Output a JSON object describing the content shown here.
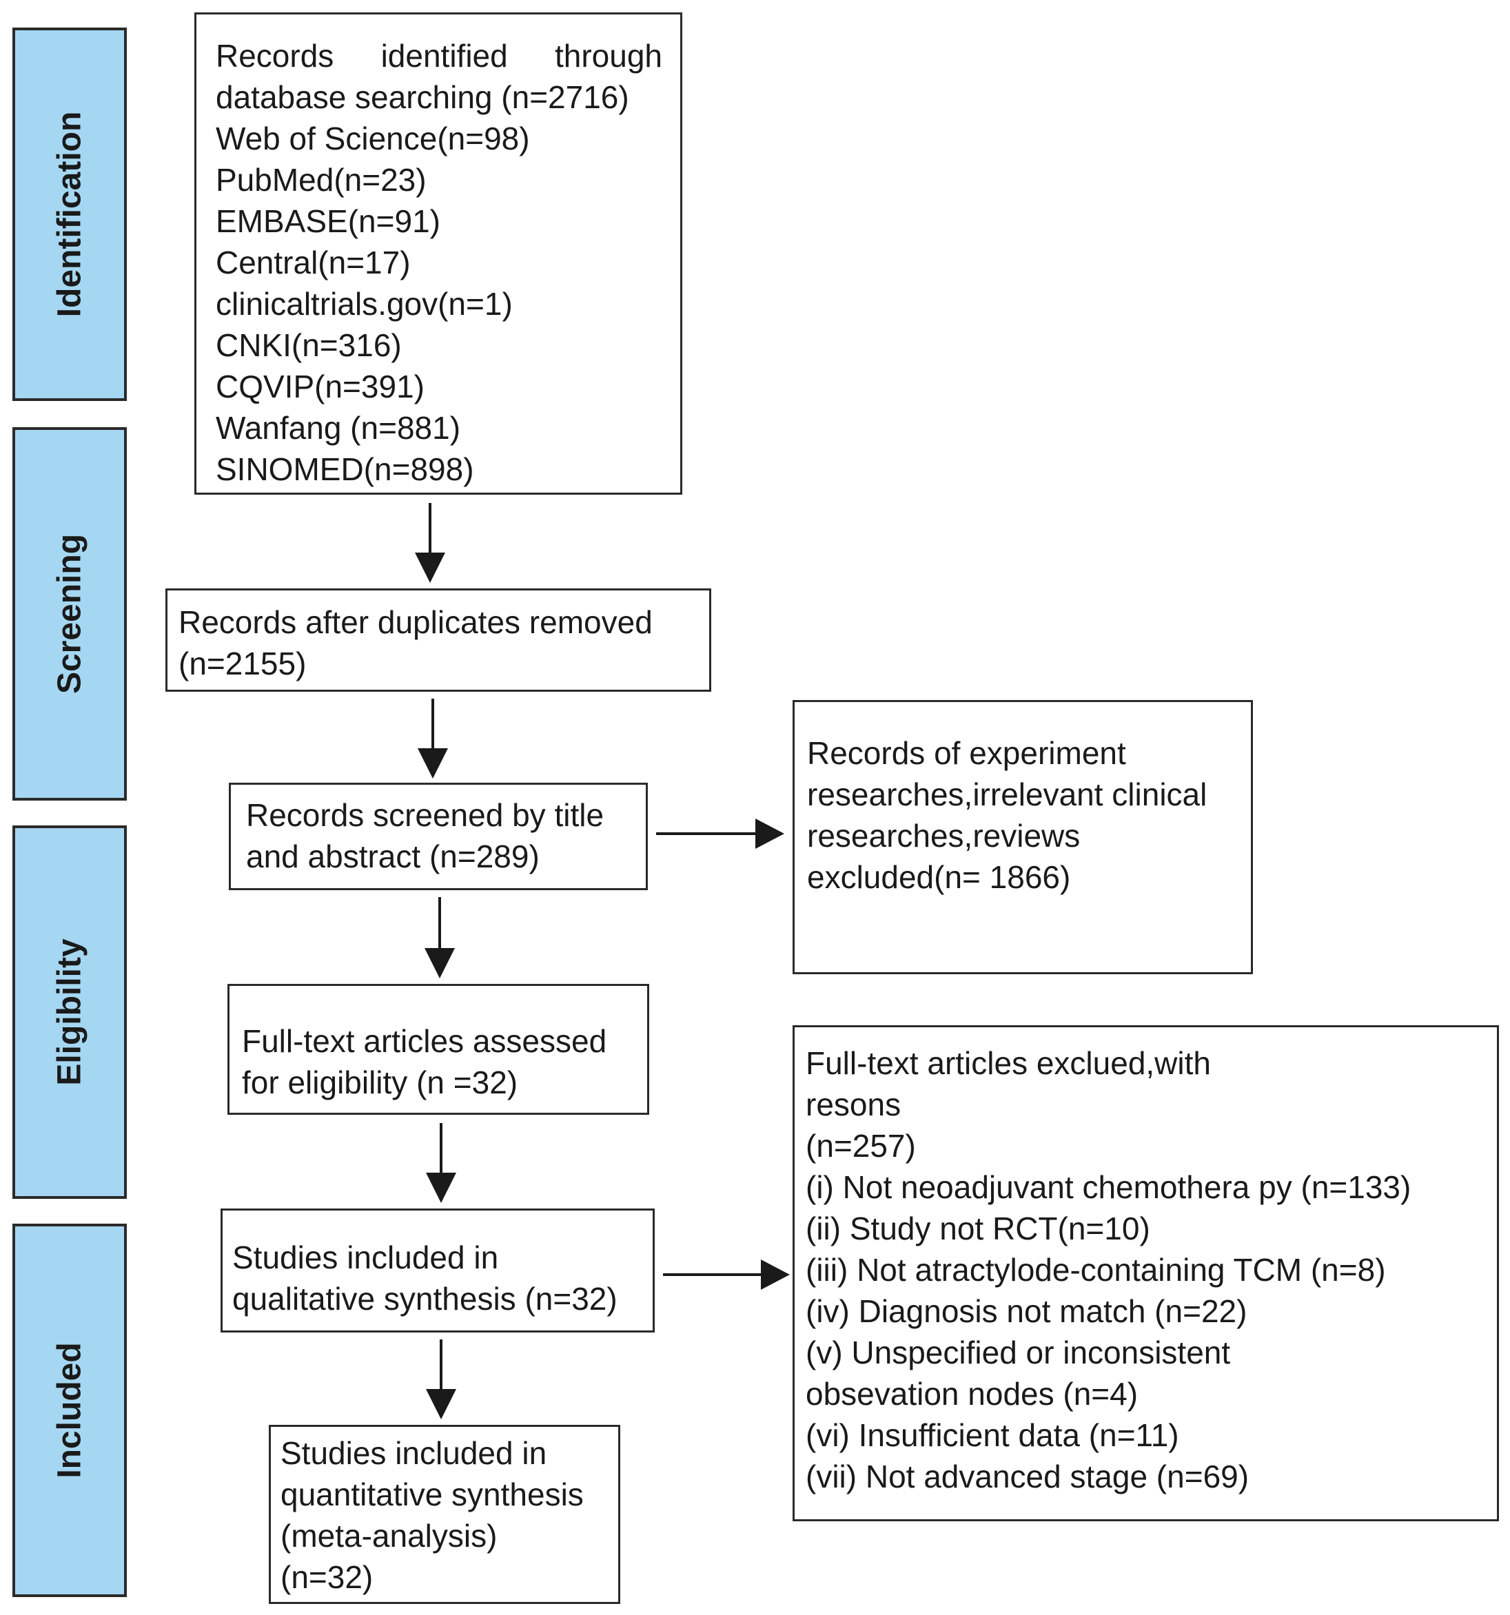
{
  "stages": [
    {
      "label": "Identification"
    },
    {
      "label": "Screening"
    },
    {
      "label": "Eligibility"
    },
    {
      "label": "Included"
    }
  ],
  "identification": {
    "heading_line1": "Records identified through",
    "heading_line2": "database searching (n=2716)",
    "sources": [
      "Web of Science(n=98)",
      "PubMed(n=23)",
      "EMBASE(n=91)",
      "Central(n=17)",
      "clinicaltrials.gov(n=1)",
      "CNKI(n=316)",
      "CQVIP(n=391)",
      "Wanfang (n=881)",
      "SINOMED(n=898)"
    ]
  },
  "after_duplicates": {
    "line1": "Records after duplicates  removed",
    "line2": "(n=2155)"
  },
  "screened": {
    "line1": "Records screened by title",
    "line2": "and abstract (n=289)"
  },
  "excluded_screening": {
    "lines": [
      "Records of experiment",
      "researches,irrelevant clinical",
      "researches,reviews",
      "excluded(n= 1866)"
    ]
  },
  "full_text": {
    "line1": "Full-text articles assessed",
    "line2": "for eligibility  (n =32)"
  },
  "excluded_full_text": {
    "lines": [
      "Full-text articles exclued,with",
      "resons",
      "(n=257)",
      "(i)  Not neoadjuvant chemothera py  (n=133)",
      "(ii) Study  not RCT(n=10)",
      "(iii)  Not atractylode-containing TCM (n=8)",
      "(iv)  Diagnosis not match (n=22)",
      "(v)  Unspecified or inconsistent",
      "obsevation nodes (n=4)",
      "(vi)  Insufficient data (n=11)",
      "(vii) Not advanced stage (n=69)"
    ]
  },
  "qualitative": {
    "line1": "Studies included in",
    "line2": "qualitative synthesis (n=32)"
  },
  "quantitative": {
    "lines": [
      "Studies included in",
      "quantitative synthesis",
      "(meta-analysis)",
      "(n=32)"
    ]
  },
  "colors": {
    "stage_fill": "#a6d7f2",
    "stroke": "#2a2a2a"
  }
}
